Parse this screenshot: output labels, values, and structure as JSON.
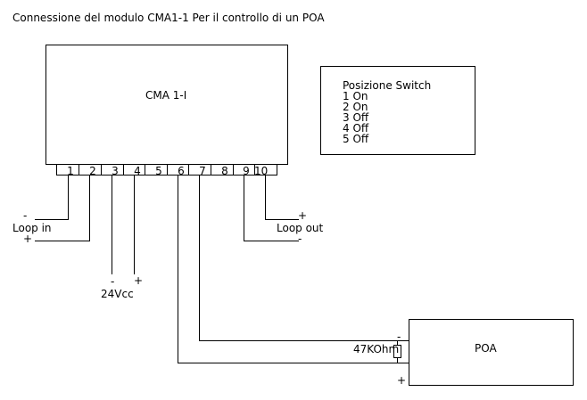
{
  "title": "Connessione del modulo CMA1-1 Per il controllo di un POA",
  "module": {
    "label": "CMA 1-I",
    "terminals": [
      "1",
      "2",
      "3",
      "4",
      "5",
      "6",
      "7",
      "8",
      "9",
      "10"
    ]
  },
  "switch_box": {
    "heading": "Posizione Switch",
    "settings": [
      "1 On",
      "2 On",
      "3 Off",
      "4 Off",
      "5 Off"
    ]
  },
  "connections": {
    "loop_in": {
      "label": "Loop in",
      "minus": "-",
      "plus": "+"
    },
    "loop_out": {
      "label": "Loop out",
      "minus": "-",
      "plus": "+"
    },
    "power": {
      "label": "24Vcc",
      "minus": "-",
      "plus": "+"
    },
    "resistor": {
      "label": "47KOhm"
    },
    "poa": {
      "label": "POA",
      "minus": "-",
      "plus": "+"
    }
  }
}
